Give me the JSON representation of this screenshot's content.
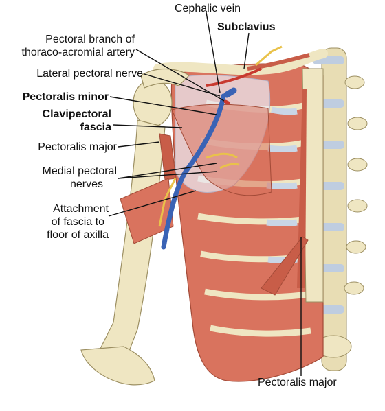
{
  "labels": {
    "cephalic_vein": "Cephalic vein",
    "subclavius": "Subclavius",
    "pectoral_branch_line1": "Pectoral branch of",
    "pectoral_branch_line2": "thoraco-acromial artery",
    "lateral_pectoral_nerve": "Lateral pectoral nerve",
    "pectoralis_minor": "Pectoralis minor",
    "clavipectoral_line1": "Clavipectoral",
    "clavipectoral_line2": "fascia",
    "pectoralis_major_left": "Pectoralis major",
    "medial_pectoral_line1": "Medial pectoral",
    "medial_pectoral_line2": "nerves",
    "attachment_line1": "Attachment",
    "attachment_line2": "of fascia to",
    "attachment_line3": "floor of axilla",
    "pectoralis_major_bottom": "Pectoralis major"
  },
  "colors": {
    "muscle": "#d9735e",
    "muscle_dark": "#b8533f",
    "bone": "#efe6c2",
    "cartilage": "#c9d6e6",
    "fascia": "#e9e6ef",
    "vein": "#3a63b5",
    "nerve": "#e9c24a",
    "artery": "#c8392f"
  }
}
